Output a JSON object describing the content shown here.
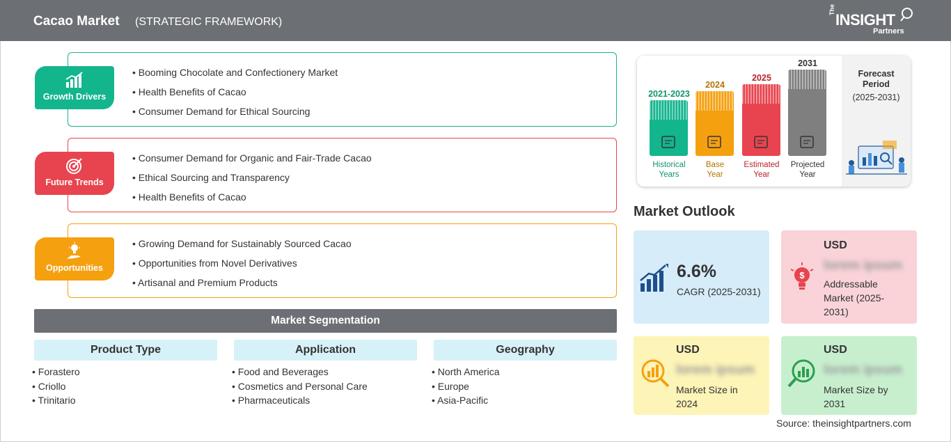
{
  "header": {
    "title": "Cacao Market",
    "subtitle": "(STRATEGIC FRAMEWORK)",
    "logo_the": "The",
    "logo_insight": "INSIGHT",
    "logo_partners": "Partners"
  },
  "drivers": [
    {
      "badge": "Growth Drivers",
      "color": "#13b58d",
      "icon": "bar-chart-up-icon",
      "items": [
        "Booming Chocolate and Confectionery Market",
        "Health Benefits of Cacao",
        "Consumer Demand for Ethical Sourcing"
      ]
    },
    {
      "badge": "Future Trends",
      "color": "#e8444f",
      "icon": "target-icon",
      "items": [
        "Consumer Demand for Organic and Fair-Trade Cacao",
        "Ethical Sourcing and Transparency",
        "Health Benefits of Cacao"
      ]
    },
    {
      "badge": "Opportunities",
      "color": "#f5a00f",
      "icon": "lightbulb-hand-icon",
      "items": [
        "Growing Demand for Sustainably Sourced Cacao",
        "Opportunities from Novel Derivatives",
        "Artisanal and Premium Products"
      ]
    }
  ],
  "segmentation": {
    "title": "Market Segmentation",
    "columns": [
      {
        "head": "Product Type",
        "items": [
          "Forastero",
          "Criollo",
          "Trinitario"
        ]
      },
      {
        "head": "Application",
        "items": [
          "Food and Beverages",
          "Cosmetics and Personal Care",
          "Pharmaceuticals"
        ]
      },
      {
        "head": "Geography",
        "items": [
          "North America",
          "Europe",
          "Asia-Pacific"
        ]
      }
    ]
  },
  "timeline": {
    "bars": [
      {
        "year": "2021-2023",
        "label_1": "Historical",
        "label_2": "Years",
        "color": "#13b58d",
        "year_color": "#13946f",
        "icon": "history-clock-icon"
      },
      {
        "year": "2024",
        "label_1": "Base",
        "label_2": "Year",
        "color": "#f5a00f",
        "year_color": "#b57400",
        "icon": "calendar-icon"
      },
      {
        "year": "2025",
        "label_1": "Estimated",
        "label_2": "Year",
        "color": "#e8444f",
        "year_color": "#b8232e",
        "icon": "gear-chart-icon"
      },
      {
        "year": "2031",
        "label_1": "Projected",
        "label_2": "Year",
        "color": "#7f7f7f",
        "year_color": "#333333",
        "icon": "presentation-icon"
      }
    ],
    "forecast_title_1": "Forecast",
    "forecast_title_2": "Period",
    "forecast_range": "(2025-2031)"
  },
  "outlook": {
    "title": "Market Outlook",
    "cagr_value": "6.6%",
    "cagr_label": "CAGR (2025-2031)",
    "addressable_usd": "USD",
    "addressable_value": "lorem ipsum",
    "addressable_label": "Addressable Market (2025-2031)",
    "size2024_usd": "USD",
    "size2024_value": "lorem ipsum",
    "size2024_label": "Market Size in 2024",
    "size2031_usd": "USD",
    "size2031_value": "lorem ipsum",
    "size2031_label": "Market Size by 2031"
  },
  "source": "Source: theinsightpartners.com"
}
